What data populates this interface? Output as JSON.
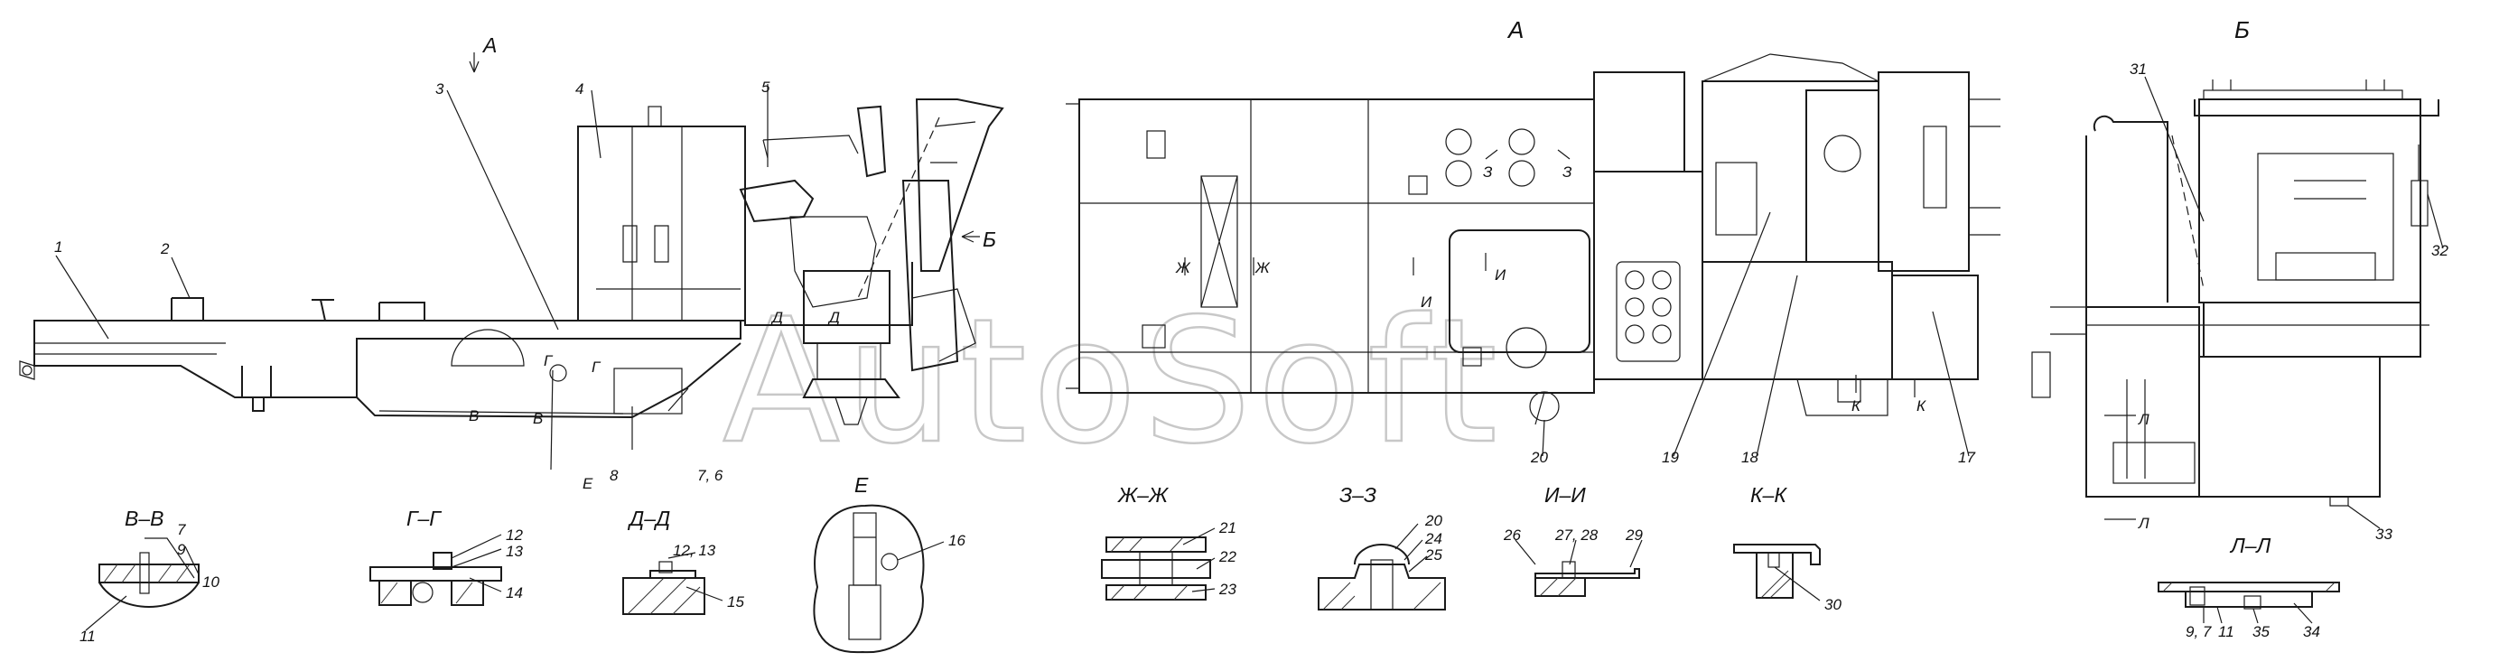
{
  "watermark": "AutoSoft",
  "views": {
    "a": "А",
    "b": "Б"
  },
  "section_titles": {
    "vv": "В–В",
    "gg": "Г–Г",
    "dd": "Д–Д",
    "e": "Е",
    "zhzh": "Ж–Ж",
    "zz": "З–З",
    "ii": "И–И",
    "kk": "К–К",
    "ll": "Л–Л"
  },
  "cut_marks": {
    "a": "А",
    "b": "Б",
    "v": "В",
    "g": "Г",
    "d": "Д",
    "e": "Е",
    "zh": "Ж",
    "z": "З",
    "i": "И",
    "k": "К",
    "l": "Л"
  },
  "callouts": {
    "c1": "1",
    "c2": "2",
    "c3": "3",
    "c4": "4",
    "c5": "5",
    "c7_6": "7, 6",
    "c8": "8",
    "c7": "7",
    "c9": "9",
    "c10": "10",
    "c11": "11",
    "c12": "12",
    "c13": "13",
    "c14": "14",
    "c12_13": "12, 13",
    "c15": "15",
    "c16": "16",
    "c17": "17",
    "c18": "18",
    "c19": "19",
    "c20": "20",
    "c21": "21",
    "c22": "22",
    "c23": "23",
    "c24": "24",
    "c25": "25",
    "c26": "26",
    "c27_28": "27, 28",
    "c29": "29",
    "c30": "30",
    "c31": "31",
    "c32": "32",
    "c33": "33",
    "c9_7": "9, 7",
    "c34": "34",
    "c35": "35"
  }
}
